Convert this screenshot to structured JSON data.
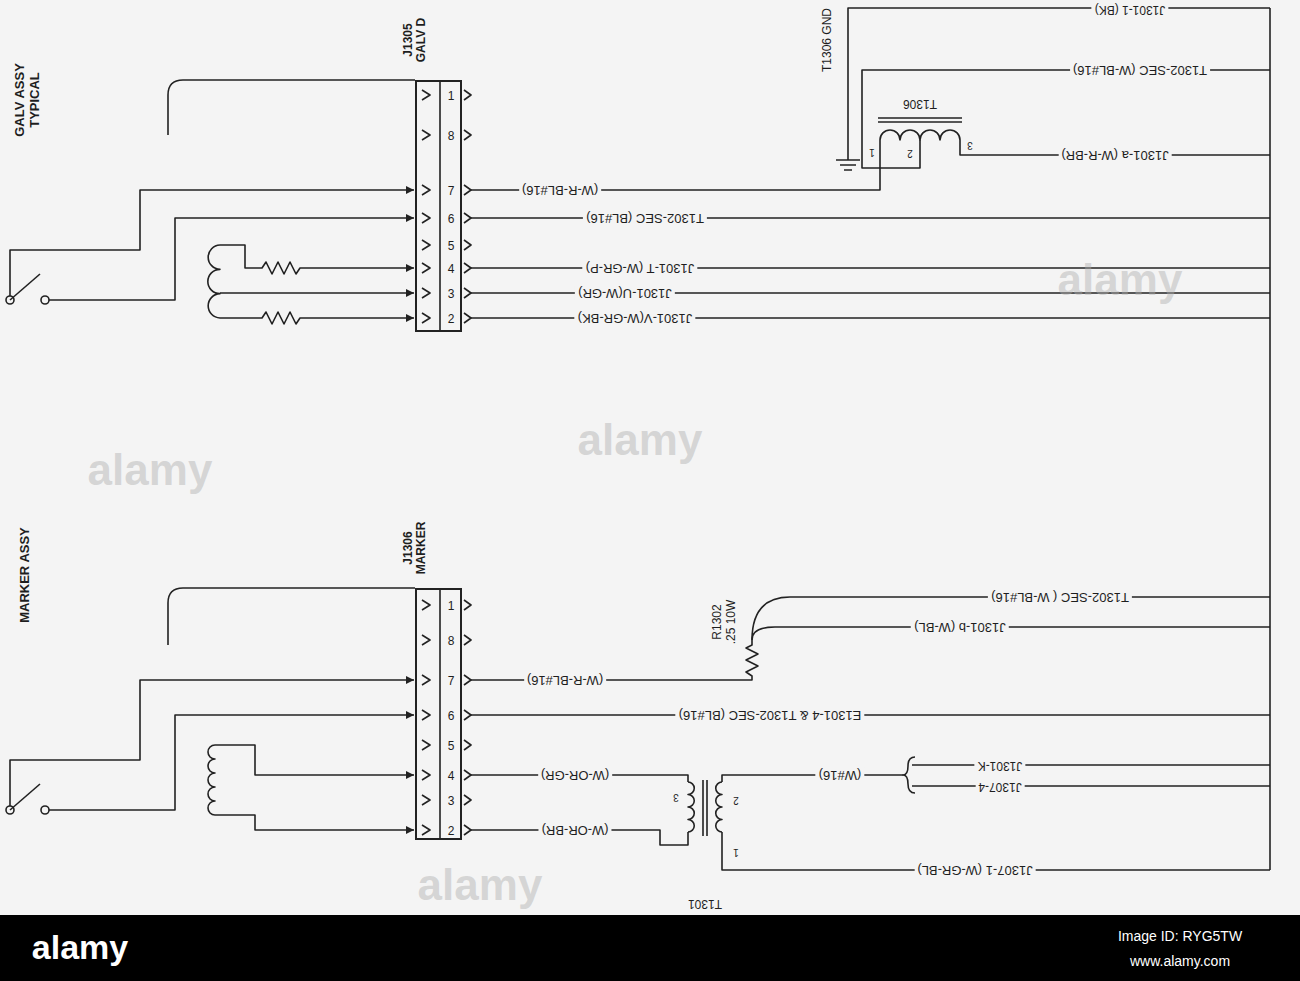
{
  "diagram": {
    "nodes": [
      {
        "text": [
          "J1305 GALV D",
          "1",
          "8",
          "7",
          "6",
          "5",
          "4",
          "3",
          "2"
        ]
      },
      {
        "text": [
          "J1306 MARKER",
          "1",
          "8",
          "7",
          "6",
          "5",
          "4",
          "3",
          "2"
        ]
      }
    ],
    "labels": [
      "GALV ASSY TYPICAL",
      "MARKER ASSY",
      "T1306 GND",
      "R1302 .25 10W",
      "J1301-1 (BK)",
      "T1302-SEC (W-BL#16)",
      "T1306",
      "1",
      "2",
      "3",
      "J1301-a (W-R-BR)",
      "(W-R-BL#16)",
      "T1302-SEC (BL#16)",
      "J1301-T (W-GR-P)",
      "J1301-U(W-GR)",
      "J1301-V(W-GR-BK)",
      "T1302-SEC ( W-BL#16)",
      "J1301-b (W-BL)",
      "(W-R-BL#16)",
      "E1301-4 & T1302-SEC (BL#16)",
      "(W-OR-GR)",
      "(W#16)",
      "J1301-K",
      "J1307-4",
      "(W-OR-BR)",
      "J1307-1 (W-GR-BL)",
      "T1301",
      "3",
      "2",
      "1",
      "alamy",
      "alamy",
      "alamy",
      "alamy",
      "alamy",
      "Image ID: RYG5TW",
      "www.alamy.com"
    ]
  }
}
